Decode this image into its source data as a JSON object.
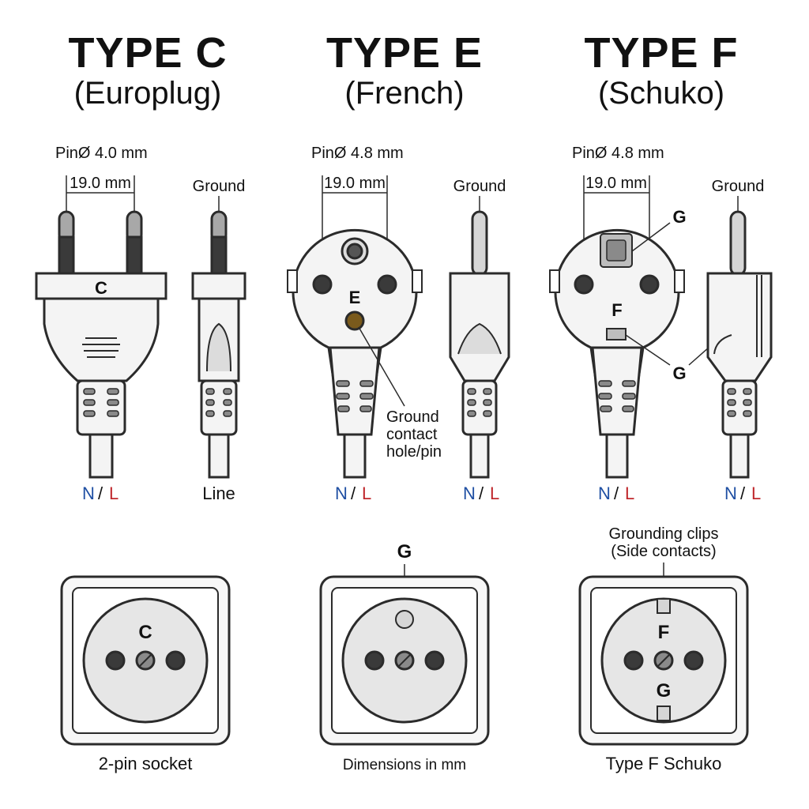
{
  "columns": [
    {
      "title": "TYPE C",
      "subtitle": "(Europlug)",
      "pin_diameter": "PinØ 4.0 mm",
      "spacing": "19.0 mm",
      "side_label": "Ground",
      "plug_letter": "C",
      "wire_n": "N",
      "wire_sep": "/",
      "wire_l": "L",
      "side_wire_label": "Line",
      "socket_letter": "C",
      "socket_caption": "2-pin socket"
    },
    {
      "title": "TYPE E",
      "subtitle": "(French)",
      "pin_diameter": "PinØ 4.8 mm",
      "spacing": "19.0 mm",
      "side_label": "Ground",
      "plug_letter": "E",
      "callout": [
        "Ground",
        "contact",
        "hole/pin"
      ],
      "wire_n": "N",
      "wire_sep": "/",
      "wire_l": "L",
      "side_wire_n": "N",
      "side_wire_sep": "/",
      "side_wire_l": "L",
      "socket_letter": "G",
      "socket_caption": "Dimensions in mm"
    },
    {
      "title": "TYPE F",
      "subtitle": "(Schuko)",
      "pin_diameter": "PinØ 4.8 mm",
      "spacing": "19.0 mm",
      "side_label": "Ground",
      "plug_letter_top": "G",
      "plug_letter_mid": "F",
      "plug_letter_side": "G",
      "wire_n": "N",
      "wire_sep": "/",
      "wire_l": "L",
      "side_wire_n": "N",
      "side_wire_sep": "/",
      "side_wire_l": "L",
      "socket_callout": [
        "Grounding clips",
        "(Side contacts)"
      ],
      "socket_letter_top": "F",
      "socket_letter_bottom": "G",
      "socket_caption": "Type F Schuko"
    }
  ],
  "colors": {
    "outline": "#2b2b2b",
    "plug_fill": "#f4f4f4",
    "plug_shade": "#dcdcdc",
    "pin_metal": "#a8a8a8",
    "pin_insulation": "#3a3a3a",
    "neutral_blue": "#1f4fa3",
    "line_red": "#c0282d",
    "ground_contact": "#7a5a1c",
    "socket_face": "#e6e6e6"
  }
}
